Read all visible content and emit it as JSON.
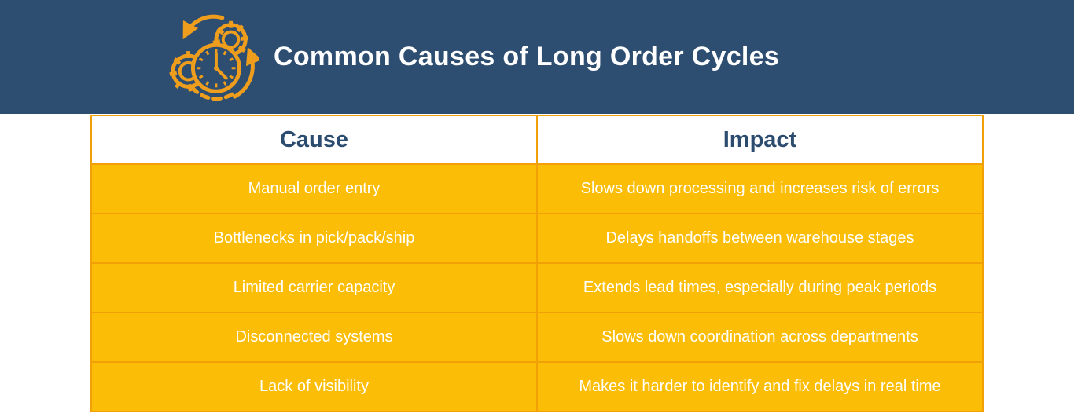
{
  "header": {
    "title": "Common Causes of Long Order Cycles",
    "icon": "gears-clock-cycle-icon"
  },
  "table": {
    "columns": [
      "Cause",
      "Impact"
    ],
    "rows": [
      {
        "cause": "Manual order entry",
        "impact": "Slows down processing and increases risk of errors"
      },
      {
        "cause": "Bottlenecks in pick/pack/ship",
        "impact": "Delays handoffs between warehouse stages"
      },
      {
        "cause": "Limited carrier capacity",
        "impact": "Extends lead times, especially during peak periods"
      },
      {
        "cause": "Disconnected systems",
        "impact": "Slows down coordination across departments"
      },
      {
        "cause": "Lack of visibility",
        "impact": "Makes it harder to identify and fix delays in real time"
      }
    ]
  },
  "colors": {
    "banner_blue": "#2E4E71",
    "header_text_blue": "#2B4C6F",
    "cell_orange": "#FCBD06",
    "grid_border_orange": "#F2A007",
    "icon_orange": "#EE9E1C",
    "title_white": "#FFFFFF"
  },
  "chart_data": {
    "type": "table",
    "title": "Common Causes of Long Order Cycles",
    "columns": [
      "Cause",
      "Impact"
    ],
    "rows": [
      [
        "Manual order entry",
        "Slows down processing and increases risk of errors"
      ],
      [
        "Bottlenecks in pick/pack/ship",
        "Delays handoffs between warehouse stages"
      ],
      [
        "Limited carrier capacity",
        "Extends lead times, especially during peak periods"
      ],
      [
        "Disconnected systems",
        "Slows down coordination across departments"
      ],
      [
        "Lack of visibility",
        "Makes it harder to identify and fix delays in real time"
      ]
    ],
    "legend_position": "none",
    "grid": true
  }
}
